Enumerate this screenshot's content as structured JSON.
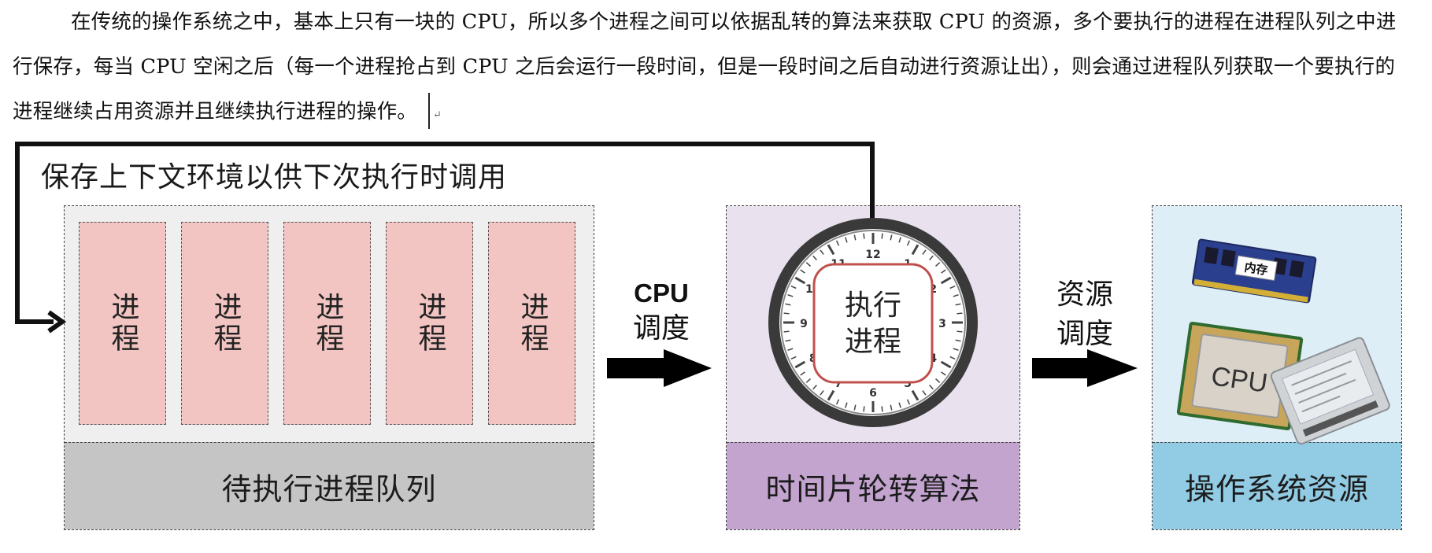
{
  "paragraph": {
    "text": "在传统的操作系统之中，基本上只有一块的 CPU，所以多个进程之间可以依据乱转的算法来获取 CPU 的资源，多个要执行的进程在进程队列之中进行保存，每当 CPU 空闲之后（每一个进程抢占到 CPU 之后会运行一段时间，但是一段时间之后自动进行资源让出），则会通过进程队列获取一个要执行的进程继续占用资源并且继续执行进程的操作。"
  },
  "diagram": {
    "feedback_caption": "保存上下文环境以供下次执行时调用",
    "queue": {
      "process_label": "进程",
      "processes": [
        "进程",
        "进程",
        "进程",
        "进程",
        "进程"
      ],
      "title": "待执行进程队列"
    },
    "cpu_dispatch": {
      "line1": "CPU",
      "line2": "调度"
    },
    "algorithm": {
      "clock_center_line1": "执行",
      "clock_center_line2": "进程",
      "clock_numbers": [
        "12",
        "1",
        "2",
        "3",
        "4",
        "5",
        "6",
        "7",
        "8",
        "9",
        "10",
        "11"
      ],
      "title": "时间片轮转算法"
    },
    "resource_dispatch": {
      "line1": "资源",
      "line2": "调度"
    },
    "resources": {
      "memory_label": "内存",
      "cpu_chip_label": "CPU",
      "title": "操作系统资源"
    }
  },
  "colors": {
    "process_fill": "#f2c4c2",
    "queue_footer": "#c5c5c5",
    "algorithm_panel": "#e9e1ee",
    "algorithm_footer": "#c3a4cf",
    "resource_panel": "#deeef6",
    "resource_footer": "#92cbe4"
  }
}
